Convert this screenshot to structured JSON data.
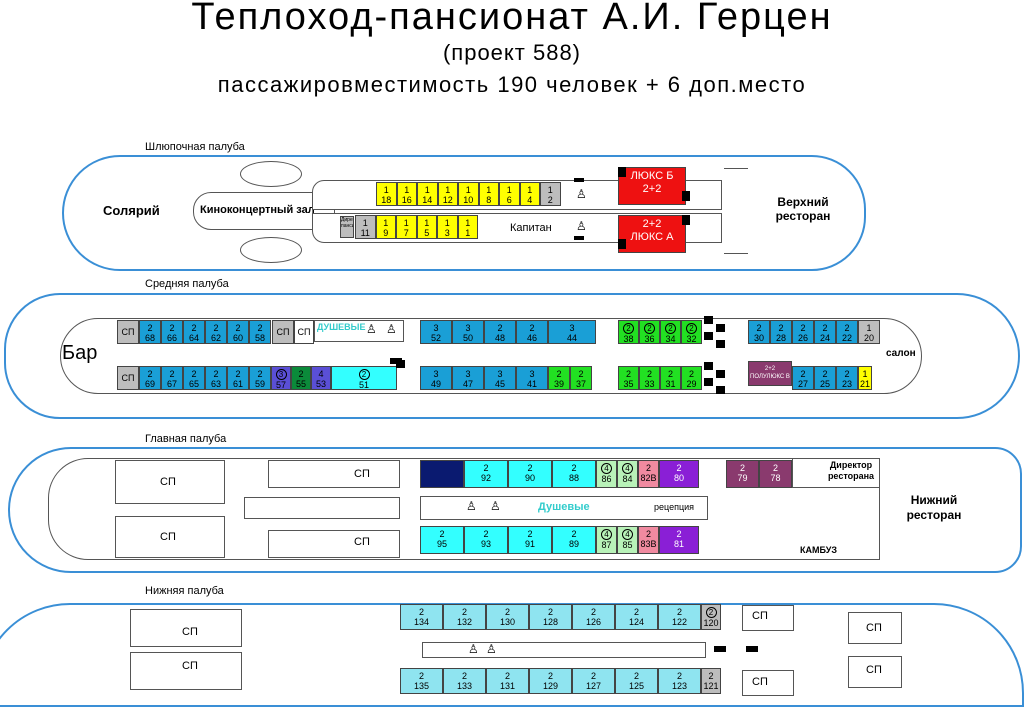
{
  "header": {
    "title": "Теплоход-пансионат А.И. Герцен",
    "subtitle": "(проект 588)",
    "capacity": "пассажировместимость  190 человек + 6 доп.место"
  },
  "boat": {
    "label": "Шлюпочная палуба",
    "solarium": "Солярий",
    "cinema": "Киноконцертный зал",
    "restaurant": "Верхний ресторан",
    "captain": "Капитан",
    "director": "Директор пансионата",
    "top": [
      [
        "1",
        "18"
      ],
      [
        "1",
        "16"
      ],
      [
        "1",
        "14"
      ],
      [
        "1",
        "12"
      ],
      [
        "1",
        "10"
      ],
      [
        "1",
        "8"
      ],
      [
        "1",
        "6"
      ],
      [
        "1",
        "4"
      ],
      [
        "1",
        "2"
      ]
    ],
    "bottom": [
      [
        "1",
        "11"
      ],
      [
        "1",
        "9"
      ],
      [
        "1",
        "7"
      ],
      [
        "1",
        "5"
      ],
      [
        "1",
        "3"
      ],
      [
        "1",
        "1"
      ]
    ],
    "luxB": [
      "ЛЮКС Б",
      "2+2"
    ],
    "luxA": [
      "2+2",
      "ЛЮКС А"
    ]
  },
  "middle": {
    "label": "Средняя палуба",
    "bar": "Бар",
    "showers": "ДУШЕВЫЕ",
    "salon": "салон",
    "sp": "СП",
    "semilux": "2+2 ПОЛУЛЮКС В",
    "topA": [
      [
        "2",
        "68"
      ],
      [
        "2",
        "66"
      ],
      [
        "2",
        "64"
      ],
      [
        "2",
        "62"
      ],
      [
        "2",
        "60"
      ],
      [
        "2",
        "58"
      ]
    ],
    "botA": [
      [
        "2",
        "69"
      ],
      [
        "2",
        "67"
      ],
      [
        "2",
        "65"
      ],
      [
        "2",
        "63"
      ],
      [
        "2",
        "61"
      ],
      [
        "2",
        "59"
      ]
    ],
    "botB": [
      [
        "3",
        "57"
      ],
      [
        "2",
        "55"
      ],
      [
        "4",
        "53"
      ],
      [
        "2",
        "51"
      ]
    ],
    "topC": [
      [
        "3",
        "52"
      ],
      [
        "3",
        "50"
      ],
      [
        "2",
        "48"
      ],
      [
        "2",
        "46"
      ],
      [
        "3",
        "44"
      ]
    ],
    "botC": [
      [
        "3",
        "49"
      ],
      [
        "3",
        "47"
      ],
      [
        "3",
        "45"
      ],
      [
        "3",
        "41"
      ],
      [
        "2",
        "39"
      ],
      [
        "2",
        "37"
      ]
    ],
    "topD": [
      [
        "2",
        "38"
      ],
      [
        "2",
        "36"
      ],
      [
        "2",
        "34"
      ],
      [
        "2",
        "32"
      ]
    ],
    "botD": [
      [
        "2",
        "35"
      ],
      [
        "2",
        "33"
      ],
      [
        "2",
        "31"
      ],
      [
        "2",
        "29"
      ]
    ],
    "topE": [
      [
        "2",
        "30"
      ],
      [
        "2",
        "28"
      ],
      [
        "2",
        "26"
      ],
      [
        "2",
        "24"
      ],
      [
        "2",
        "22"
      ],
      [
        "1",
        "20"
      ]
    ],
    "botE": [
      [
        "2",
        "27"
      ],
      [
        "2",
        "25"
      ],
      [
        "2",
        "23"
      ],
      [
        "1",
        "21"
      ]
    ]
  },
  "main": {
    "label": "Главная палуба",
    "sp": "СП",
    "showers": "Душевые",
    "reception": "рецепция",
    "director": "Директор ресторана",
    "restaurant": "Нижний ресторан",
    "kitchen": "КАМБУЗ",
    "top": [
      [
        "",
        ""
      ],
      [
        "2",
        "92"
      ],
      [
        "2",
        "90"
      ],
      [
        "2",
        "88"
      ],
      [
        "4",
        "86"
      ],
      [
        "4",
        "84"
      ],
      [
        "2",
        "82В"
      ],
      [
        "2",
        "80"
      ]
    ],
    "bottom": [
      [
        "2",
        "95"
      ],
      [
        "2",
        "93"
      ],
      [
        "2",
        "91"
      ],
      [
        "2",
        "89"
      ],
      [
        "4",
        "87"
      ],
      [
        "4",
        "85"
      ],
      [
        "2",
        "83В"
      ],
      [
        "2",
        "81"
      ]
    ],
    "right": [
      [
        "2",
        "79"
      ],
      [
        "2",
        "78"
      ]
    ]
  },
  "lower": {
    "label": "Нижняя палуба",
    "sp": "СП",
    "top": [
      [
        "2",
        "134"
      ],
      [
        "2",
        "132"
      ],
      [
        "2",
        "130"
      ],
      [
        "2",
        "128"
      ],
      [
        "2",
        "126"
      ],
      [
        "2",
        "124"
      ],
      [
        "2",
        "122"
      ],
      [
        "2",
        "120"
      ]
    ],
    "bottom": [
      [
        "2",
        "135"
      ],
      [
        "2",
        "133"
      ],
      [
        "2",
        "131"
      ],
      [
        "2",
        "129"
      ],
      [
        "2",
        "127"
      ],
      [
        "2",
        "125"
      ],
      [
        "2",
        "123"
      ],
      [
        "2",
        "121"
      ]
    ]
  }
}
